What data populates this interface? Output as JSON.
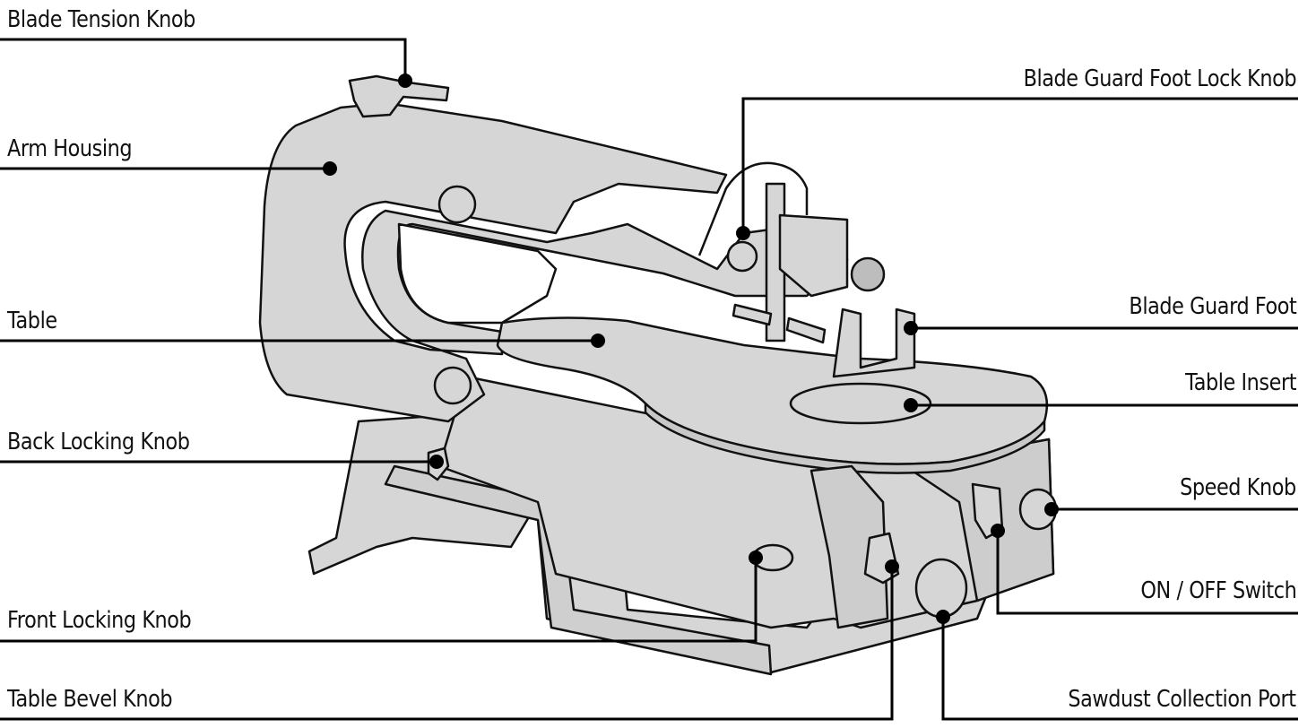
{
  "diagram": {
    "labels": {
      "blade_tension_knob": "Blade Tension Knob",
      "arm_housing": "Arm Housing",
      "table": "Table",
      "back_locking_knob": "Back Locking Knob",
      "front_locking_knob": "Front Locking Knob",
      "table_bevel_knob": "Table Bevel Knob",
      "blade_guard_foot_lock_knob": "Blade Guard Foot Lock Knob",
      "blade_guard_foot": "Blade Guard Foot",
      "table_insert": "Table Insert",
      "speed_knob": "Speed Knob",
      "on_off_switch": "ON / OFF Switch",
      "sawdust_collection_port": "Sawdust Collection Port"
    }
  },
  "colors": {
    "body_fill": "#d6d6d6",
    "outline": "#111111",
    "leader": "#000000",
    "background": "#ffffff"
  }
}
